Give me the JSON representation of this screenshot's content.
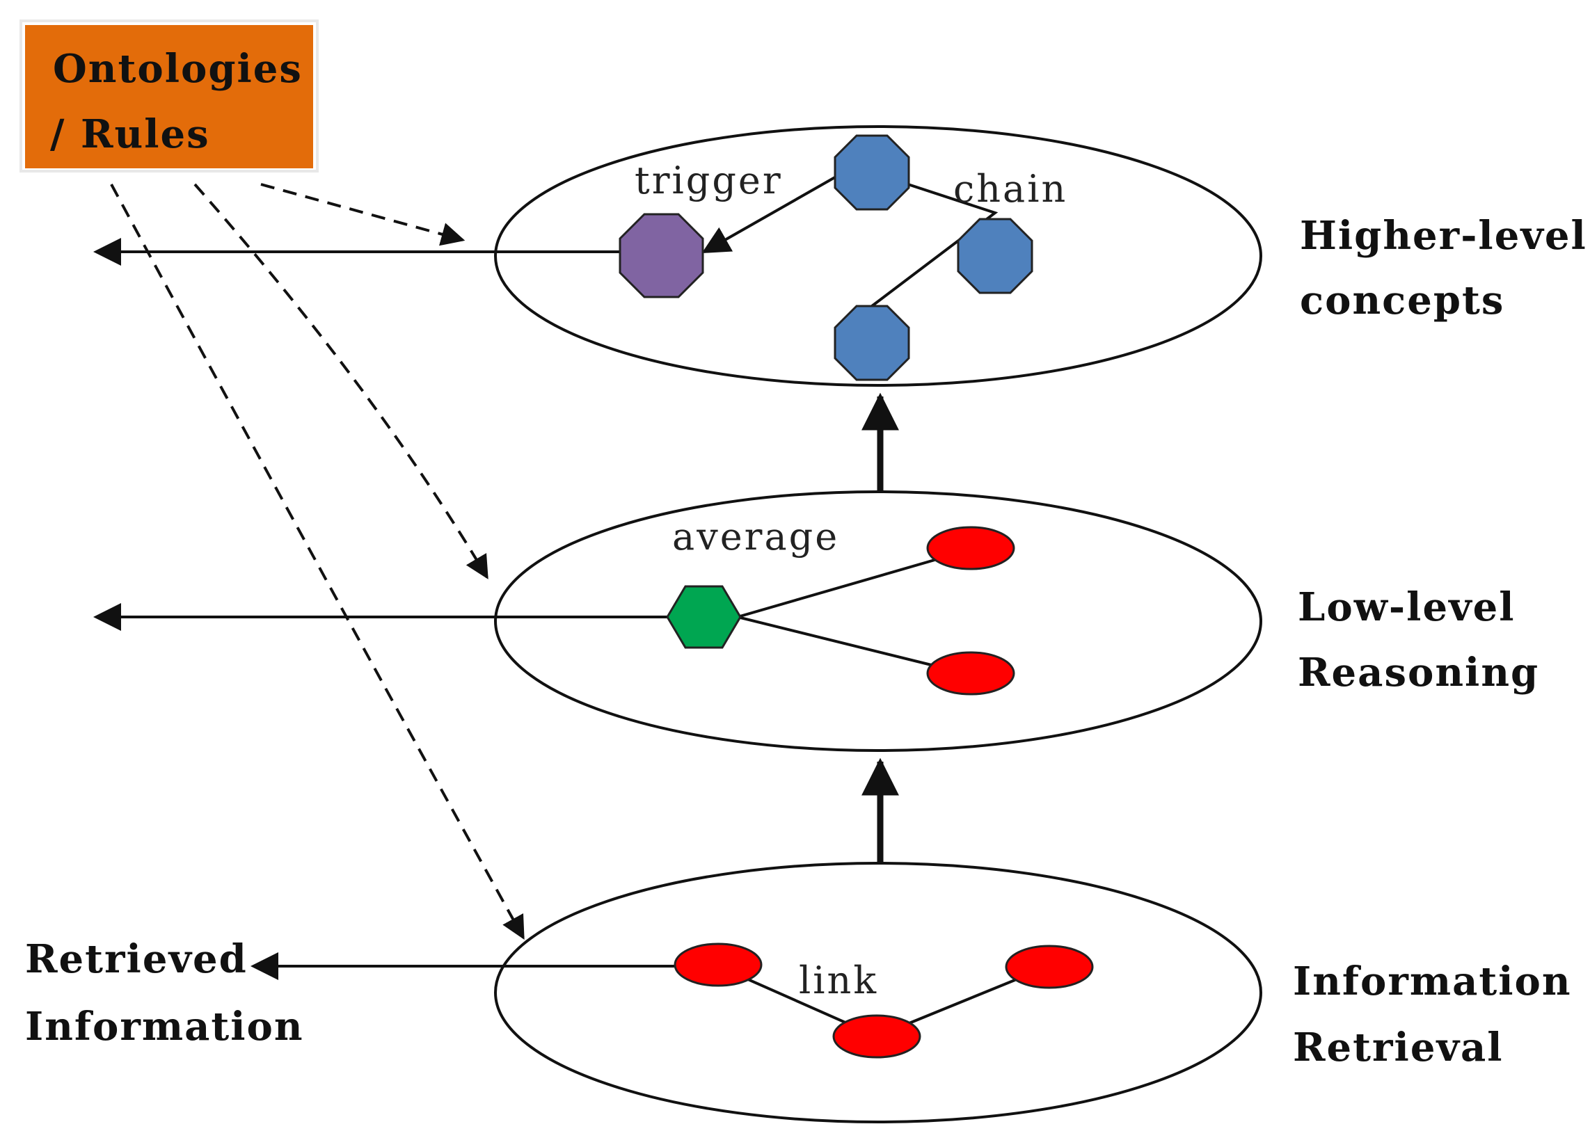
{
  "source_box": {
    "lines": [
      "Ontologies",
      "/ Rules"
    ],
    "color": "#E36C0A"
  },
  "layers": [
    {
      "id": "higher",
      "labels": [
        "Higher-level",
        "concepts"
      ],
      "edge_labels": {
        "trigger": "trigger",
        "chain": "chain"
      }
    },
    {
      "id": "low",
      "labels": [
        "Low-level",
        "Reasoning"
      ],
      "edge_labels": {
        "average": "average"
      }
    },
    {
      "id": "retrieval",
      "labels": [
        "Information",
        "Retrieval"
      ],
      "edge_labels": {
        "link": "link"
      }
    }
  ],
  "output_label": [
    "Retrieved",
    "Information"
  ],
  "colors": {
    "concept_node": "#4F81BD",
    "trigger_node": "#8064A2",
    "average_node": "#00A651",
    "data_node": "#FF0000",
    "source_box": "#E36C0A"
  }
}
